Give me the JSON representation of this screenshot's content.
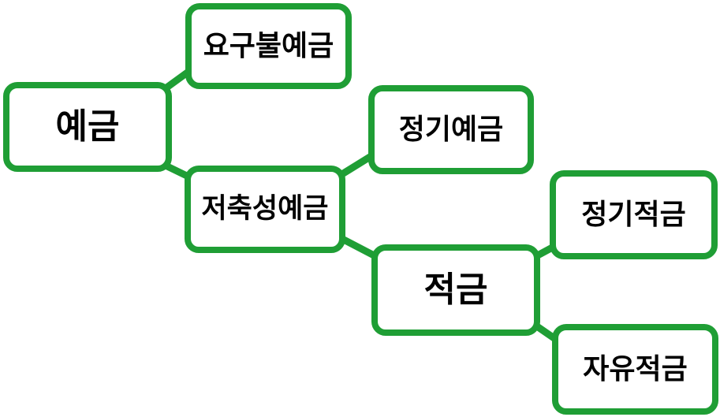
{
  "diagram": {
    "border_color": "#1f9e35",
    "nodes": {
      "on_demand_deposit": "요구불예금",
      "deposit": "예금",
      "time_deposit_top": "정기예금",
      "savings_deposit": "저축성예금",
      "time_installment": "정기적금",
      "installment": "적금",
      "free_installment": "자유적금"
    }
  }
}
